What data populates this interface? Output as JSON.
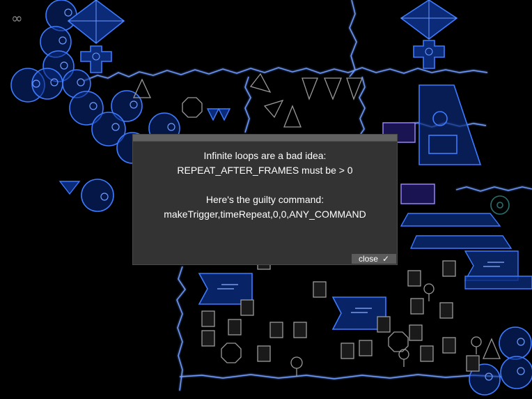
{
  "hud": {
    "mode_icon": "infinity-icon"
  },
  "dialog": {
    "line1": "Infinite loops are a bad idea:",
    "line2": "REPEAT_AFTER_FRAMES must be > 0",
    "line3": "Here's the guilty command:",
    "line4": "makeTrigger,timeRepeat,0,0,ANY_COMMAND",
    "close_label": "close",
    "close_icon": "checkmark-icon"
  },
  "colors": {
    "background": "#000000",
    "neon_blue": "#3d7bff",
    "neon_fill": "#0b2a78",
    "purple": "#a08cff",
    "grey_unit": "#8a8a8a",
    "dialog_bg": "#333333",
    "dialog_bar": "#616161"
  }
}
